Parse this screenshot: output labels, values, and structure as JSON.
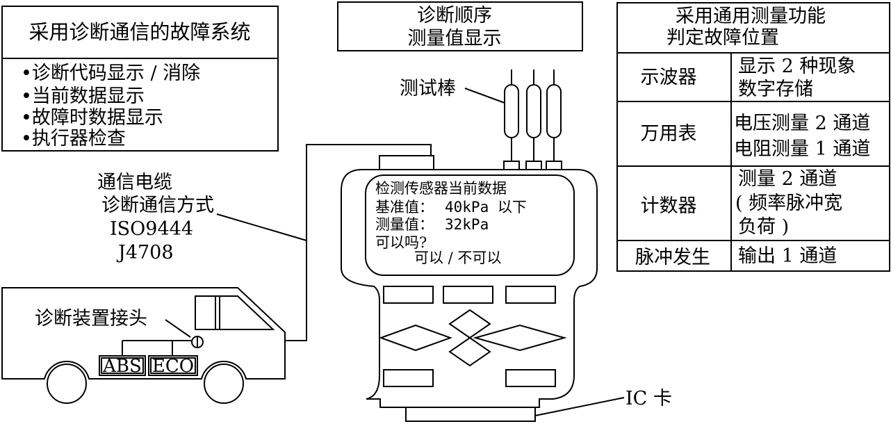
{
  "diag_box": {
    "title": "采用诊断通信的故障系统",
    "items": [
      "•诊断代码显示 / 消除",
      "•当前数据显示",
      "•故障时数据显示",
      "•执行器检查"
    ]
  },
  "sequence_box": {
    "line1": "诊断顺序",
    "line2": "测量值显示"
  },
  "probe_label": "测试棒",
  "general_table": {
    "title1": "采用通用测量功能",
    "title2": "判定故障位置",
    "rows": [
      {
        "name": "示波器",
        "desc": [
          "显示 2 种现象",
          "数字存储"
        ]
      },
      {
        "name": "万用表",
        "desc": [
          "电压测量 2 通道",
          "电阻测量 1 通道"
        ]
      },
      {
        "name": "计数器",
        "desc": [
          "测量 2 通道",
          "( 频率脉冲宽",
          "负荷 )"
        ]
      },
      {
        "name": "脉冲发生",
        "desc": [
          "输出 1 通道"
        ]
      }
    ]
  },
  "cable_label": {
    "line1": "通信电缆",
    "line2": "诊断通信方式",
    "line3": "ISO9444",
    "line4": "J4708"
  },
  "connector_label": "诊断装置接头",
  "ecu_labels": {
    "abs": "ABS",
    "eco": "ECO"
  },
  "screen": {
    "line1": "检测传感器当前数据",
    "line2_label": "基准值：",
    "line2_value": "40kPa 以下",
    "line3_label": "测量值：",
    "line3_value": "32kPa",
    "line4": "可以吗?",
    "line5": "可以 / 不可以"
  },
  "ic_card_label": "IC 卡"
}
